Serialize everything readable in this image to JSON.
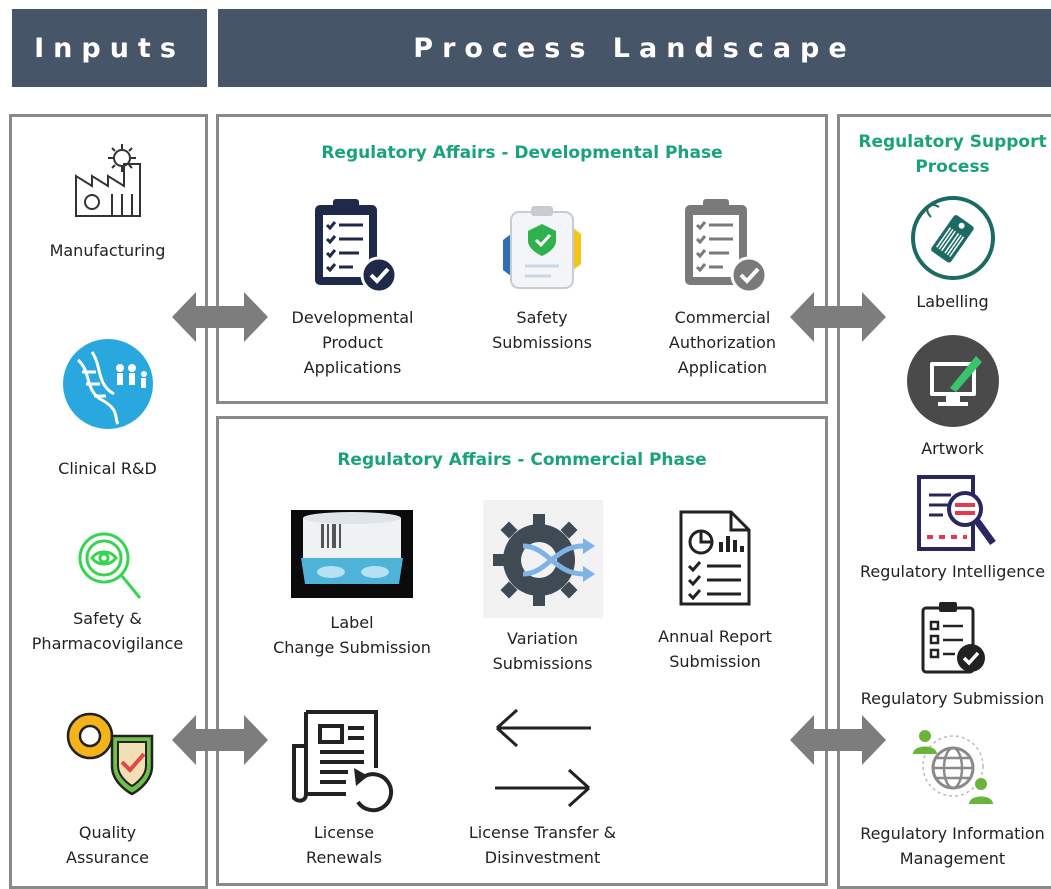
{
  "headers": {
    "inputs": "Inputs",
    "process": "Process Landscape"
  },
  "inputs": {
    "manufacturing": "Manufacturing",
    "clinical": "Clinical R&D",
    "safety": "Safety &\nPharmacovigilance",
    "quality": "Quality\nAssurance"
  },
  "dev_phase": {
    "title": "Regulatory Affairs - Developmental Phase",
    "items": [
      "Developmental\nProduct\nApplications",
      "Safety\nSubmissions",
      "Commercial\nAuthorization\nApplication"
    ]
  },
  "com_phase": {
    "title": "Regulatory Affairs - Commercial Phase",
    "items": [
      "Label\nChange Submission",
      "Variation\nSubmissions",
      "Annual Report\nSubmission",
      "License\nRenewals",
      "License Transfer &\nDisinvestment"
    ]
  },
  "support": {
    "title": "Regulatory Support\nProcess",
    "items": [
      "Labelling",
      "Artwork",
      "Regulatory Intelligence",
      "Regulatory Submission",
      "Regulatory Information\nManagement"
    ]
  },
  "colors": {
    "header": "#475569",
    "title_green": "#1aa37a",
    "border": "#8a8a8a",
    "navy": "#1f2a4a"
  }
}
